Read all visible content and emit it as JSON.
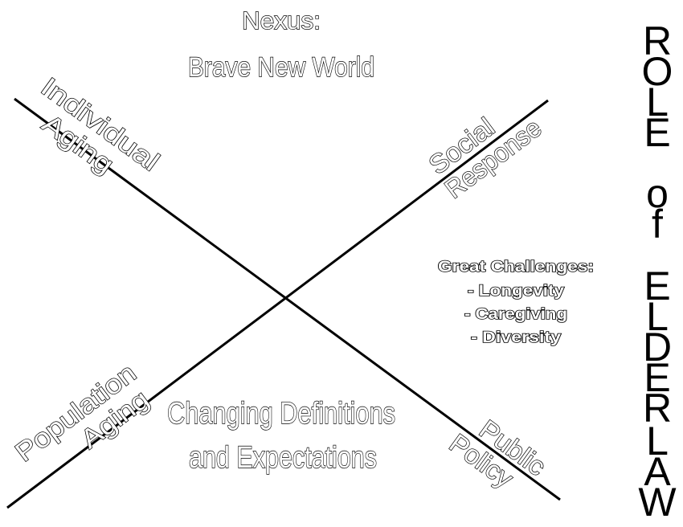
{
  "title": {
    "line1": "Nexus:",
    "line2": "Brave New World"
  },
  "corners": {
    "top_left": {
      "line1": "Individual",
      "line2": "Aging"
    },
    "top_right": {
      "line1": "Social",
      "line2": "Response"
    },
    "bottom_left": {
      "line1": "Population",
      "line2": "Aging"
    },
    "bottom_right": {
      "line1": "Public",
      "line2": "Policy"
    }
  },
  "bottom_center": {
    "line1": "Changing Definitions",
    "line2": "and Expectations"
  },
  "challenges": {
    "heading": "Great Challenges:",
    "items": [
      "- Longevity",
      "- Caregiving",
      "- Diversity"
    ]
  },
  "vertical_title": {
    "word1": "ROLE",
    "word2": "of",
    "word3": "ELDER",
    "word4": "LAW"
  }
}
